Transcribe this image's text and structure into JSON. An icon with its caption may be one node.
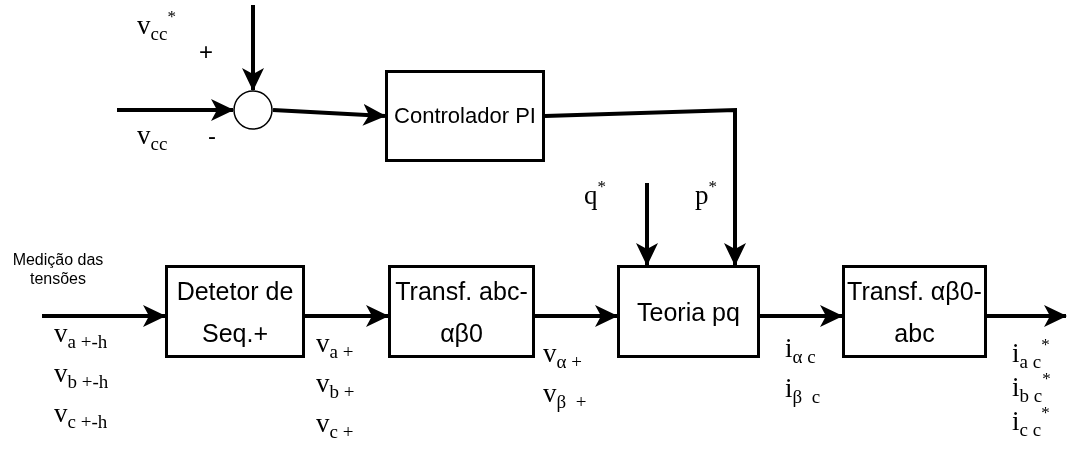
{
  "diagram": {
    "nodes": [
      {
        "text": [],
        "shape": "circle"
      },
      {
        "text": [
          "Controlador PI"
        ]
      },
      {
        "text": [
          "Detetor de Seq.+"
        ]
      },
      {
        "text": [
          "Transf. abc-αβ0"
        ]
      },
      {
        "text": [
          "Teoria pq"
        ]
      },
      {
        "text": [
          "Transf. αβ0-abc"
        ]
      }
    ],
    "edges": [
      {
        "from": null,
        "to": 0,
        "arrow": "to"
      },
      {
        "from": null,
        "to": 0,
        "arrow": "to"
      },
      {
        "from": 0,
        "to": 1,
        "arrow": "to"
      },
      {
        "from": 1,
        "to": 4,
        "arrow": "to"
      },
      {
        "from": null,
        "to": 4,
        "arrow": "to"
      },
      {
        "from": null,
        "to": 2,
        "arrow": "to"
      },
      {
        "from": 2,
        "to": 3,
        "arrow": "to"
      },
      {
        "from": 3,
        "to": 4,
        "arrow": "to"
      },
      {
        "from": 4,
        "to": 5,
        "arrow": "to"
      },
      {
        "from": 5,
        "to": null,
        "arrow": "to"
      }
    ],
    "labels": [
      "v$_{cc}$$^{*}$",
      "+",
      "v$_{cc}$",
      "-",
      "q$^{*}$",
      "p$^{*}$",
      "Medição das tensões",
      "v$_{a +-h}$",
      "v$_{b +-h}$",
      "v$_{c +-h}$",
      "v$_{a +}$",
      "v$_{b +}$",
      "v$_{c +}$",
      "v$_{α +}$",
      "v$_{β  +}$",
      "i$_{α c}$",
      "i$_{β  c}$",
      "i$_{a c}$$^{*}$",
      "i$_{b c}$$^{*}$",
      "i$_{c c}$$^{*}$"
    ]
  }
}
